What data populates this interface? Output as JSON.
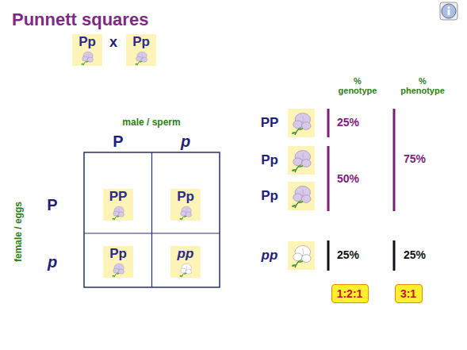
{
  "diagram": {
    "title": "Punnett squares",
    "nodes": [
      {
        "text": [
          "Pp"
        ]
      },
      {
        "text": [
          "Pp"
        ]
      },
      {
        "text": [
          "PP"
        ]
      },
      {
        "text": [
          "Pp"
        ]
      },
      {
        "text": [
          "Pp"
        ]
      },
      {
        "text": [
          "pp"
        ]
      },
      {
        "text": [
          "1:2:1"
        ]
      },
      {
        "text": [
          "3:1"
        ]
      }
    ],
    "labels": [
      "x",
      "male / sperm",
      "P",
      "p",
      "female / eggs",
      "P",
      "p",
      "% genotype",
      "% phenotype",
      "PP",
      "Pp",
      "Pp",
      "pp",
      "25%",
      "50%",
      "75%",
      "25%",
      "25%"
    ]
  }
}
